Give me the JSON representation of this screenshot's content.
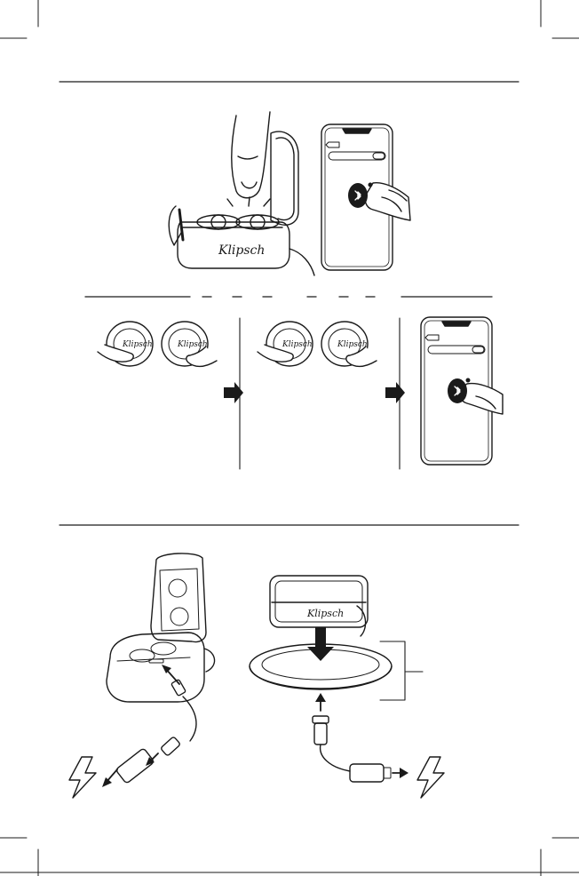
{
  "brand": {
    "logo_text": "Klipsch"
  },
  "colors": {
    "ink": "#1a1a1a",
    "paper": "#ffffff",
    "gray": "#9a9a9a"
  },
  "icons": {
    "bluetooth": "bluetooth-icon",
    "arrow": "right-arrow-icon",
    "power": "lightning-bolt-icon"
  },
  "sections": [
    {
      "id": "pairing",
      "figures": [
        "case-button-press",
        "phone-bluetooth-pair"
      ]
    },
    {
      "id": "reset",
      "steps": [
        "earbud-touch-hold",
        "earbud-touch-hold-again",
        "phone-bluetooth-pair"
      ]
    },
    {
      "id": "charging",
      "figures": [
        "usb-c-cable-charge",
        "wireless-charging-pad"
      ]
    }
  ]
}
